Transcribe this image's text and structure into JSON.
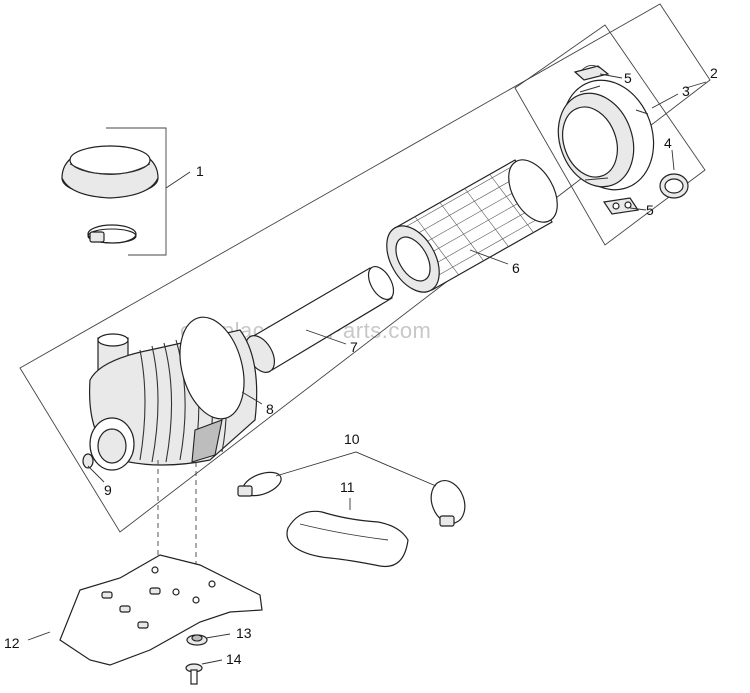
{
  "diagram": {
    "watermark": "eReplacementParts.com",
    "callouts": [
      {
        "id": "1",
        "label": "1"
      },
      {
        "id": "2",
        "label": "2"
      },
      {
        "id": "3",
        "label": "3"
      },
      {
        "id": "4",
        "label": "4"
      },
      {
        "id": "5a",
        "label": "5"
      },
      {
        "id": "5b",
        "label": "5"
      },
      {
        "id": "6",
        "label": "6"
      },
      {
        "id": "7",
        "label": "7"
      },
      {
        "id": "8",
        "label": "8"
      },
      {
        "id": "9",
        "label": "9"
      },
      {
        "id": "10",
        "label": "10"
      },
      {
        "id": "11",
        "label": "11"
      },
      {
        "id": "12",
        "label": "12"
      },
      {
        "id": "13",
        "label": "13"
      },
      {
        "id": "14",
        "label": "14"
      }
    ]
  }
}
